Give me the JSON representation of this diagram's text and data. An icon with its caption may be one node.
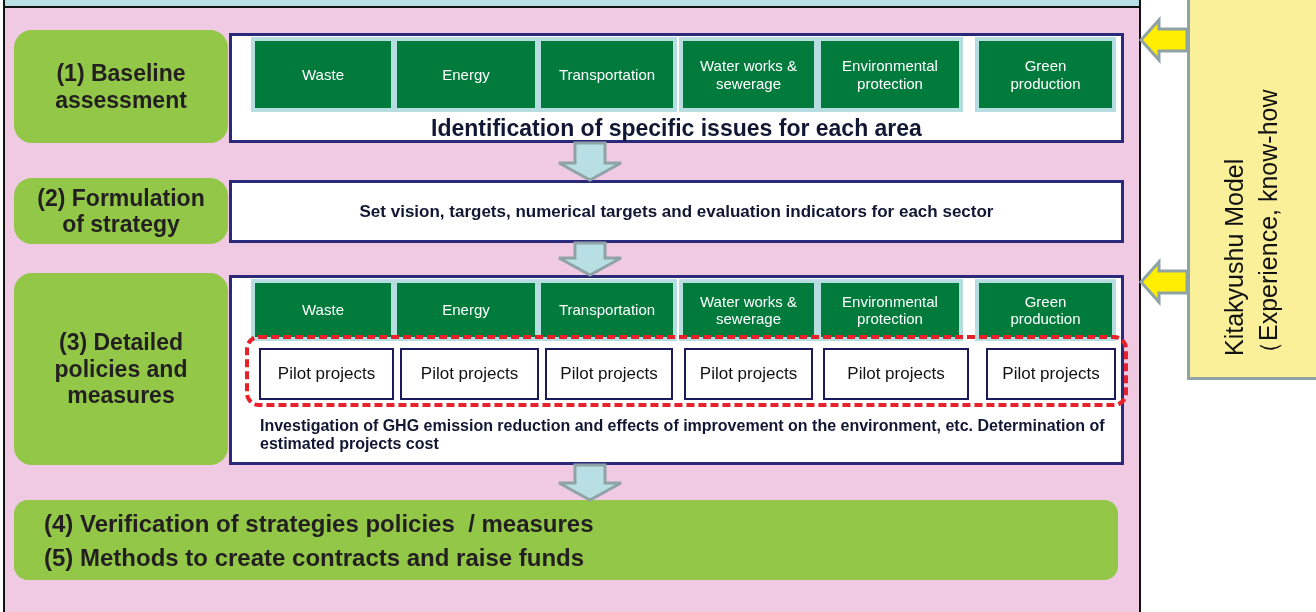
{
  "diagram": {
    "nodes": [
      {
        "text": [],
        "shape": "box"
      },
      {
        "text": [
          "(1) Baseline assessment"
        ],
        "in": 0
      },
      {
        "text": [
          "Identification of specific issues for each area"
        ],
        "in": 0
      },
      {
        "text": [
          "Waste"
        ],
        "in": 2
      },
      {
        "text": [
          "Energy"
        ],
        "in": 2
      },
      {
        "text": [
          "Transportation"
        ],
        "in": 2
      },
      {
        "text": [
          "Water works & sewerage"
        ],
        "in": 2
      },
      {
        "text": [
          "Environmental protection"
        ],
        "in": 2
      },
      {
        "text": [
          "Green production"
        ],
        "in": 2
      },
      {
        "text": [
          "(2) Formulation of strategy"
        ],
        "in": 0
      },
      {
        "text": [
          "Set vision, targets, numerical targets and evaluation indicators for each sector"
        ],
        "in": 0
      },
      {
        "text": [
          "(3) Detailed policies and measures"
        ],
        "in": 0
      },
      {
        "text": [
          "Investigation of GHG emission reduction and effects of improvement on the environment, etc. Determination of estimated projects cost"
        ],
        "in": 0
      },
      {
        "text": [
          "Waste"
        ],
        "in": 12
      },
      {
        "text": [
          "Energy"
        ],
        "in": 12
      },
      {
        "text": [
          "Transportation"
        ],
        "in": 12
      },
      {
        "text": [
          "Water works & sewerage"
        ],
        "in": 12
      },
      {
        "text": [
          "Environmental protection"
        ],
        "in": 12
      },
      {
        "text": [
          "Green production"
        ],
        "in": 12
      },
      {
        "text": [],
        "shape": "box",
        "in": 12
      },
      {
        "text": [
          "Pilot projects"
        ],
        "in": 19
      },
      {
        "text": [
          "Pilot projects"
        ],
        "in": 19
      },
      {
        "text": [
          "Pilot projects"
        ],
        "in": 19
      },
      {
        "text": [
          "Pilot projects"
        ],
        "in": 19
      },
      {
        "text": [
          "Pilot projects"
        ],
        "in": 19
      },
      {
        "text": [
          "Pilot projects"
        ],
        "in": 19
      },
      {
        "text": [
          "(4) Verification of strategies policies  / measures",
          "(5) Methods to create contracts and raise funds"
        ],
        "in": 0
      },
      {
        "text": [
          "Kitakyushu Model",
          "（Experience, know-how"
        ]
      }
    ],
    "edges": [
      {
        "from": 2,
        "to": 10,
        "arrow": "to"
      },
      {
        "from": 10,
        "to": 12,
        "arrow": "to"
      },
      {
        "from": 12,
        "to": 26,
        "arrow": "to"
      },
      {
        "from": 27,
        "to": 0,
        "arrow": "to",
        "color": "#ffee00"
      },
      {
        "from": 27,
        "to": 0,
        "arrow": "to",
        "color": "#ffee00"
      }
    ]
  }
}
